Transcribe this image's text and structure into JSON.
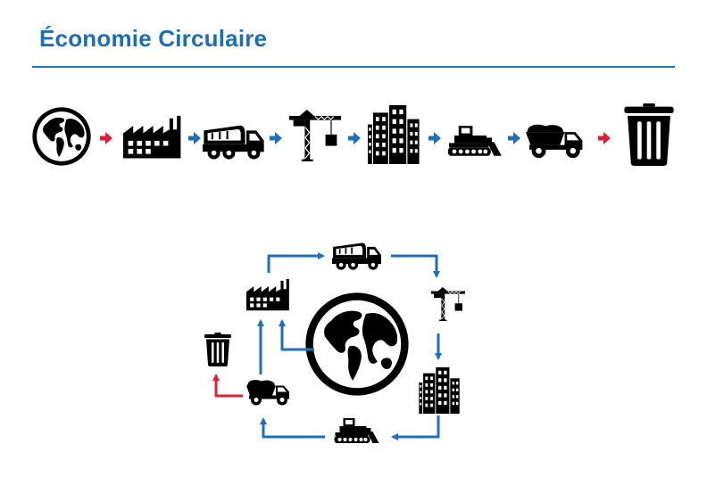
{
  "header": {
    "title": "Économie Circulaire"
  },
  "colors": {
    "title": "#1a6fb7",
    "rule": "#1a78c2",
    "flow_arrow": "#1f6fbf",
    "waste_arrow": "#e21d38",
    "icon": "#000000"
  },
  "linear_chain": {
    "icons": [
      "globe-icon",
      "factory-icon",
      "cement-mixer-icon",
      "crane-icon",
      "buildings-icon",
      "bulldozer-icon",
      "dump-truck-icon",
      "trash-bin-icon"
    ],
    "arrow_colors": [
      "red",
      "blue",
      "blue",
      "blue",
      "blue",
      "blue",
      "red"
    ]
  },
  "circular_loop": {
    "center_icon": "globe-icon",
    "icons": [
      "cement-mixer-icon",
      "crane-icon",
      "buildings-icon",
      "bulldozer-icon",
      "dump-truck-icon",
      "factory-icon",
      "trash-bin-icon"
    ]
  }
}
